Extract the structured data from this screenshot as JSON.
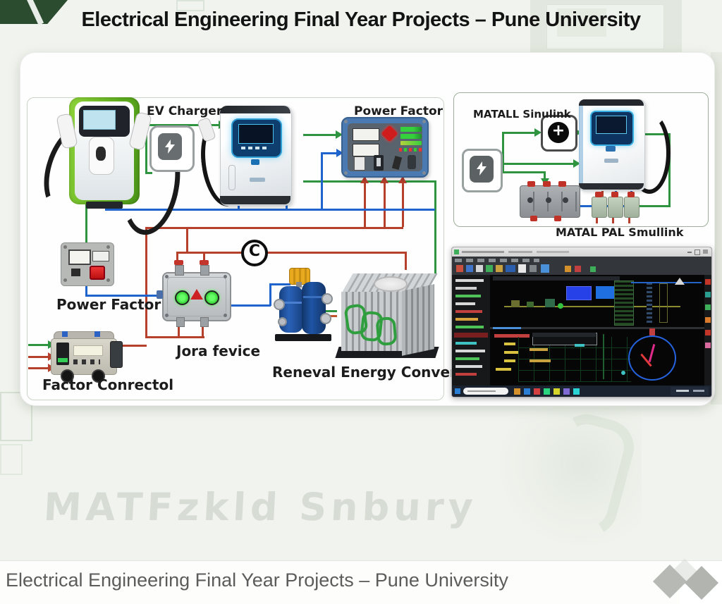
{
  "page": {
    "title": "Electrical Engineering Final Year Projects – Pune University",
    "footer_caption": "Electrical Engineering Final Year Projects – Pune University",
    "watermark": "MATFzkld Snbury"
  },
  "diagram_left": {
    "labels": {
      "ev_charger": "EV Charger",
      "power_factor_top": "Power Factor",
      "power_factor_left": "Power Factor",
      "junction_device": "Jora fevice",
      "factor_correction": "Factor Conrectol",
      "renewable_converters": "Reneval Energy Convertors"
    },
    "symbols": {
      "junction_node": "C"
    }
  },
  "diagram_right": {
    "labels": {
      "simulink_top": "MATALL Sinulink",
      "simulink_bottom": "MATAL PAL Smullink"
    },
    "symbols": {
      "sum": "+"
    }
  },
  "icons": {
    "left_flow_block": "lightning-bolt-icon",
    "right_source_block": "lightning-bolt-icon",
    "sum_block": "sum-plus-icon",
    "center_node": "circled-c-icon",
    "footer_decor": "diamond-icons"
  },
  "colors": {
    "wire_green": "#2e9440",
    "wire_blue": "#1f63cc",
    "wire_red": "#b5402c",
    "ev_green": "#6cbf2e",
    "screen_blue": "#39aee0",
    "matlab_canvas": "#0a0a0a"
  }
}
